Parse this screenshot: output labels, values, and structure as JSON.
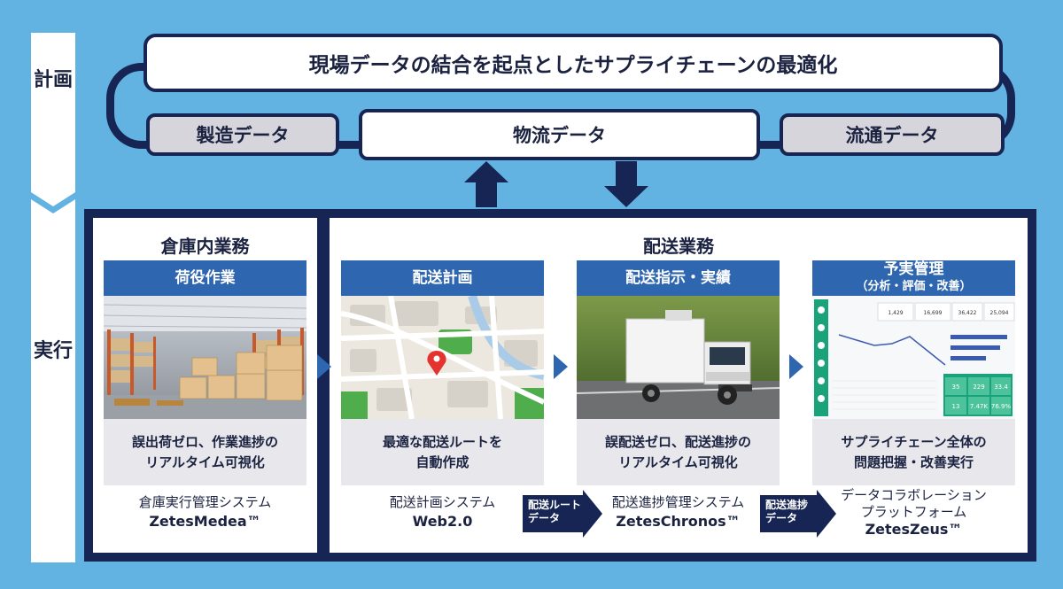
{
  "phases": {
    "plan": "計画",
    "execute": "実行"
  },
  "plan": {
    "title": "現場データの結合を起点としたサプライチェーンの最適化",
    "data_boxes": [
      "製造データ",
      "物流データ",
      "流通データ"
    ]
  },
  "execute": {
    "warehouse_section": "倉庫内業務",
    "delivery_section": "配送業務",
    "columns": [
      {
        "head": "荷役作業",
        "desc1": "誤出荷ゼロ、作業進捗の",
        "desc2": "リアルタイム可視化",
        "sys1": "倉庫実行管理システム",
        "sys2": "ZetesMedea™"
      },
      {
        "head": "配送計画",
        "desc1": "最適な配送ルートを",
        "desc2": "自動作成",
        "sys1": "配送計画システム",
        "sys2": "Web2.0"
      },
      {
        "head": "配送指示・実績",
        "desc1": "誤配送ゼロ、配送進捗の",
        "desc2": "リアルタイム可視化",
        "sys1": "配送進捗管理システム",
        "sys2": "ZetesChronos™"
      },
      {
        "head": "予実管理",
        "head2": "（分析・評価・改善）",
        "desc1": "サプライチェーン全体の",
        "desc2": "問題把握・改善実行",
        "sys1": "データコラボレーション",
        "sys1b": "プラットフォーム",
        "sys2": "ZetesZeus™"
      }
    ],
    "flow_labels": [
      {
        "line1": "配送ルート",
        "line2": "データ"
      },
      {
        "line1": "配送進捗",
        "line2": "データ"
      }
    ],
    "dashboard": {
      "kpis": [
        "1,429",
        "16,699",
        "36,422",
        "25,094"
      ],
      "tiles": [
        "35",
        "229",
        "33.4",
        "13",
        "7.47K",
        "76.9%"
      ]
    }
  },
  "colors": {
    "background": "#62b3e2",
    "navy": "#172554",
    "blue": "#2f66b0",
    "data_gray": "#d7d5dc"
  },
  "icons": [
    "map-pin-icon",
    "arrow-up-icon",
    "arrow-down-icon",
    "chevron-right-icon"
  ]
}
